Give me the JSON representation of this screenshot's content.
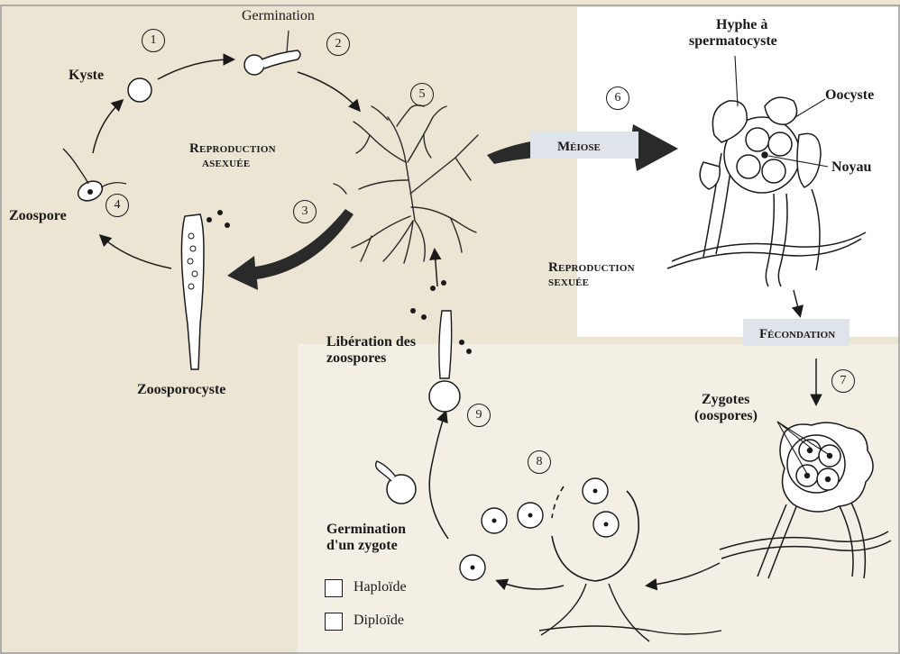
{
  "labels": {
    "germination": "Germination",
    "kyste": "Kyste",
    "repro_asexuee_1": "Reproduction",
    "repro_asexuee_2": "asexuée",
    "zoospore": "Zoospore",
    "zoosporocyste": "Zoosporocyste",
    "hyphe_1": "Hyphe à",
    "hyphe_2": "spermatocyste",
    "oocyste": "Oocyste",
    "noyau": "Noyau",
    "meiose": "Méiose",
    "repro_sexuee_1": "Reproduction",
    "repro_sexuee_2": "sexuée",
    "fecondation": "Fécondation",
    "zygotes_1": "Zygotes",
    "zygotes_2": "(oospores)",
    "liberation_1": "Libération des",
    "liberation_2": "zoospores",
    "germ_zygote_1": "Germination",
    "germ_zygote_2": "d'un zygote"
  },
  "steps": [
    "1",
    "2",
    "3",
    "4",
    "5",
    "6",
    "7",
    "8",
    "9"
  ],
  "legend": {
    "haploide": "Haploïde",
    "diploide": "Diploïde"
  },
  "colors": {
    "background": "#ece5d3",
    "panel": "#ffffff",
    "band": "#dfe3ea",
    "ink": "#1a1a1a"
  }
}
